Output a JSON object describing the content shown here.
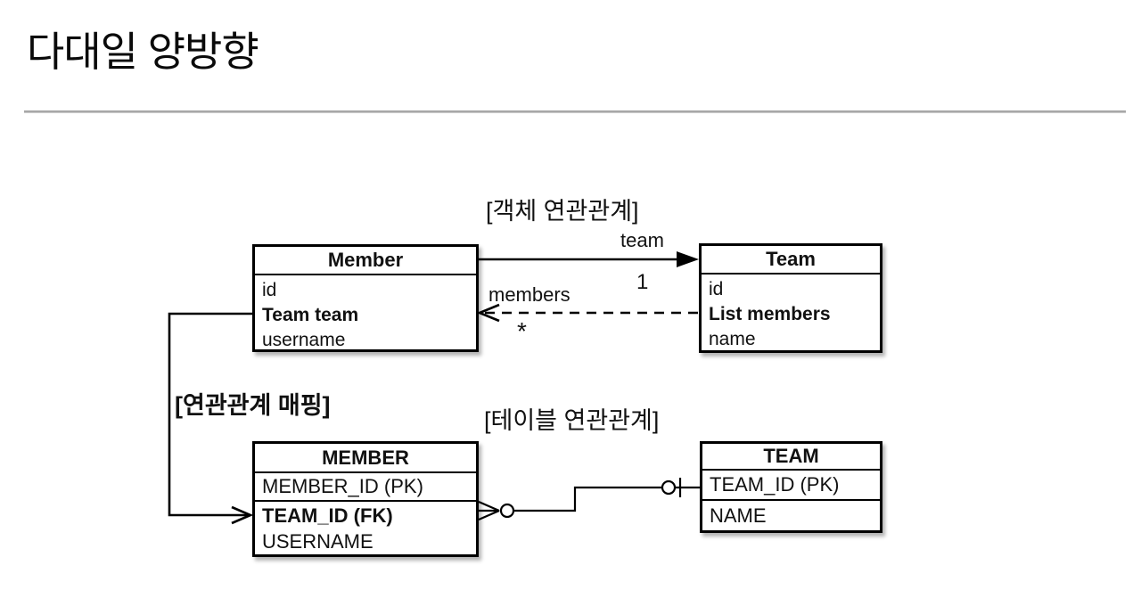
{
  "title": "다대일 양방향",
  "object_diagram": {
    "label": "[객체 연관관계]",
    "member_class": {
      "title": "Member",
      "fields": [
        "id",
        "Team team",
        "username"
      ]
    },
    "team_class": {
      "title": "Team",
      "fields": [
        "id",
        "List members",
        "name"
      ]
    },
    "team_arrow_label": "team",
    "team_cardinality": "1",
    "members_arrow_label": "members",
    "members_cardinality": "*"
  },
  "mapping_label": "[연관관계 매핑]",
  "table_diagram": {
    "label": "[테이블 연관관계]",
    "member_table": {
      "title": "MEMBER",
      "pk_field": "MEMBER_ID (PK)",
      "fields": [
        "TEAM_ID (FK)",
        "USERNAME"
      ]
    },
    "team_table": {
      "title": "TEAM",
      "pk_field": "TEAM_ID (PK)",
      "fields": [
        "NAME"
      ]
    }
  },
  "colors": {
    "line": "#000000",
    "rule": "#9a9a9a",
    "background": "#ffffff"
  }
}
